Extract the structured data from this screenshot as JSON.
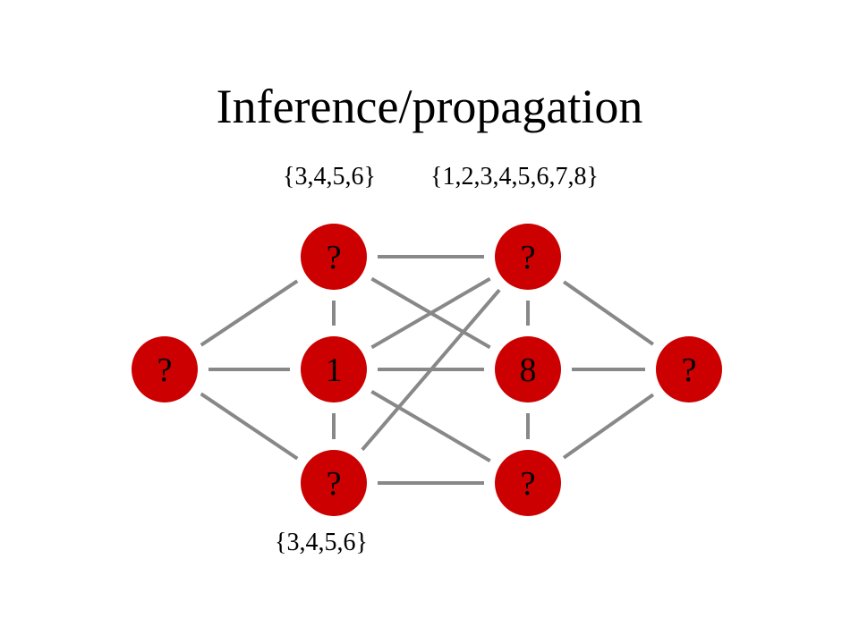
{
  "title": "Inference/propagation",
  "labels": {
    "top_left": "{3,4,5,6}",
    "top_right": "{1,2,3,4,5,6,7,8}",
    "bottom": "{3,4,5,6}"
  },
  "colors": {
    "node_fill": "#cc0000",
    "edge": "#888888",
    "text": "#000000"
  },
  "nodes": [
    {
      "id": "left",
      "value": "?"
    },
    {
      "id": "top-left",
      "value": "?"
    },
    {
      "id": "mid-left",
      "value": "1"
    },
    {
      "id": "bottom-left",
      "value": "?"
    },
    {
      "id": "top-right",
      "value": "?"
    },
    {
      "id": "mid-right",
      "value": "8"
    },
    {
      "id": "bottom-right",
      "value": "?"
    },
    {
      "id": "right",
      "value": "?"
    }
  ],
  "edges": [
    [
      "left",
      "top-left"
    ],
    [
      "left",
      "mid-left"
    ],
    [
      "left",
      "bottom-left"
    ],
    [
      "top-left",
      "mid-left"
    ],
    [
      "mid-left",
      "bottom-left"
    ],
    [
      "top-left",
      "top-right"
    ],
    [
      "top-left",
      "mid-right"
    ],
    [
      "mid-left",
      "top-right"
    ],
    [
      "mid-left",
      "mid-right"
    ],
    [
      "mid-left",
      "bottom-right"
    ],
    [
      "bottom-left",
      "top-right"
    ],
    [
      "bottom-left",
      "bottom-right"
    ],
    [
      "top-right",
      "mid-right"
    ],
    [
      "mid-right",
      "bottom-right"
    ],
    [
      "top-right",
      "right"
    ],
    [
      "mid-right",
      "right"
    ],
    [
      "bottom-right",
      "right"
    ]
  ]
}
